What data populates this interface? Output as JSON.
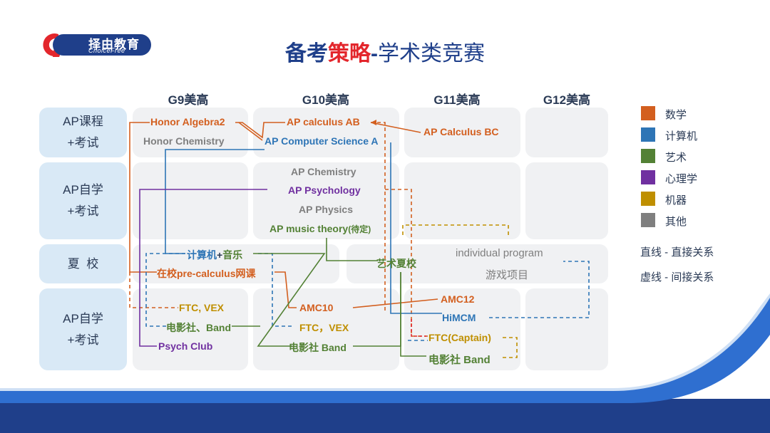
{
  "logo": {
    "cn": "择由教育",
    "en": "ChoiceFree"
  },
  "title": {
    "part1": "备考",
    "part2": "策略",
    "part3": "-",
    "part4": "学术类竞赛"
  },
  "columns": [
    "G9美高",
    "G10美高",
    "G11美高",
    "G12美高"
  ],
  "rows": [
    {
      "line1": "AP课程",
      "line2": "+考试"
    },
    {
      "line1": "AP自学",
      "line2": "+考试"
    },
    {
      "line1": "夏  校",
      "line2": ""
    },
    {
      "line1": "AP自学",
      "line2": "+考试"
    }
  ],
  "items": {
    "honor_algebra2": "Honor Algebra2",
    "honor_chemistry": "Honor Chemistry",
    "ap_calculus_ab": "AP calculus AB",
    "ap_cs_a": "AP Computer Science A",
    "ap_calculus_bc": "AP Calculus BC",
    "ap_chemistry": "AP Chemistry",
    "ap_psychology": "AP Psychology",
    "ap_physics": "AP Physics",
    "ap_music_theory": "AP music theory",
    "ap_music_theory_note": "(待定)",
    "summer_cs_music_a": "计算机",
    "summer_cs_music_b": "+",
    "summer_cs_music_c": "音乐",
    "summer_precalc": "在校pre-calculus网课",
    "summer_art": "艺术夏校",
    "individual_program": "individual  program",
    "game_project": "游戏项目",
    "ftc_vex_g9": "FTC, VEX",
    "film_band_g9": "电影社、Band",
    "psych_club": "Psych  Club",
    "amc10": "AMC10",
    "ftc_vex_g10": "FTC，VEX",
    "film_band_g10": "电影社 Band",
    "amc12": "AMC12",
    "himcm": "HiMCM",
    "ftc_captain": "FTC(Captain)",
    "film_band_g11": "电影社 Band"
  },
  "legend": [
    {
      "label": "数学",
      "color": "#d35f1f"
    },
    {
      "label": "计算机",
      "color": "#2e75b6"
    },
    {
      "label": "艺术",
      "color": "#538135"
    },
    {
      "label": "心理学",
      "color": "#7030a0"
    },
    {
      "label": "机器",
      "color": "#bf8f00"
    },
    {
      "label": "其他",
      "color": "#7f7f7f"
    }
  ],
  "notes": {
    "solid": "直线 - 直接关系",
    "dashed": "虚线 - 间接关系"
  }
}
